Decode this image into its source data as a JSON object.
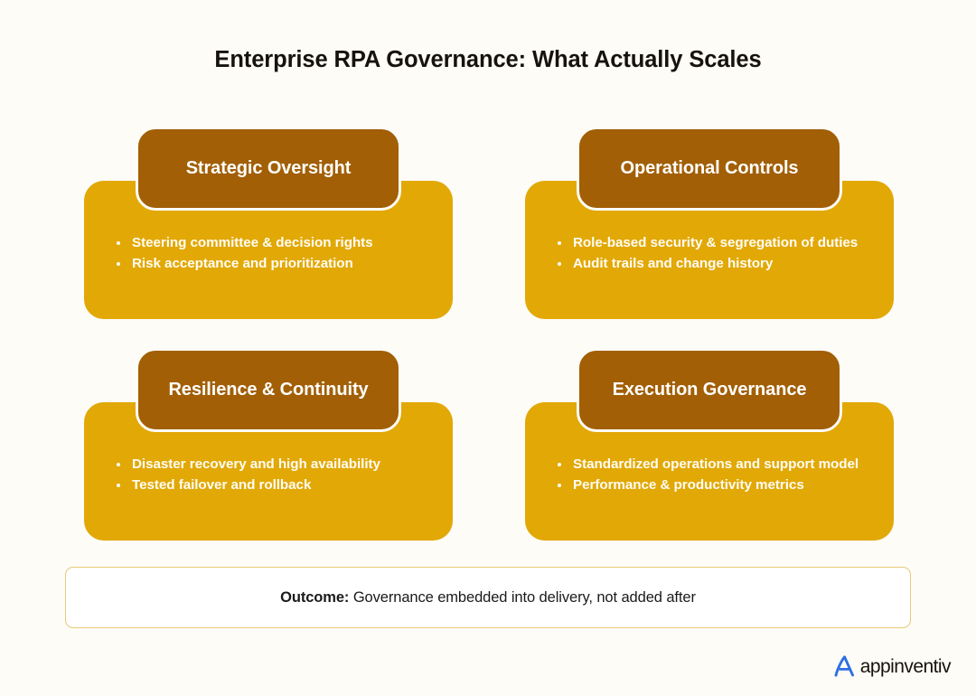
{
  "page": {
    "title": "Enterprise RPA Governance: What Actually Scales",
    "background_color": "#fdfcf7"
  },
  "colors": {
    "badge_brown": "#a25f05",
    "body_yellow": "#e2a806",
    "bullet_text": "#fffdf5",
    "banner_border": "#e8c977",
    "title_text": "#17120c",
    "logo_blue": "#2f6fe4"
  },
  "cards": [
    {
      "heading": "Strategic Oversight",
      "bullets": [
        "Steering committee & decision rights",
        "Risk acceptance and prioritization"
      ]
    },
    {
      "heading": "Operational Controls",
      "bullets": [
        "Role-based security & segregation of duties",
        "Audit trails and change history"
      ]
    },
    {
      "heading": "Resilience & Continuity",
      "bullets": [
        "Disaster recovery and high availability",
        "Tested failover and rollback"
      ]
    },
    {
      "heading": "Execution Governance",
      "bullets": [
        "Standardized operations and support model",
        "Performance & productivity metrics"
      ]
    }
  ],
  "outcome": {
    "label": "Outcome:",
    "text": "Governance embedded into delivery, not added after"
  },
  "logo": {
    "mark_name": "appinventiv-a-mark-icon",
    "text": "appinventiv"
  }
}
